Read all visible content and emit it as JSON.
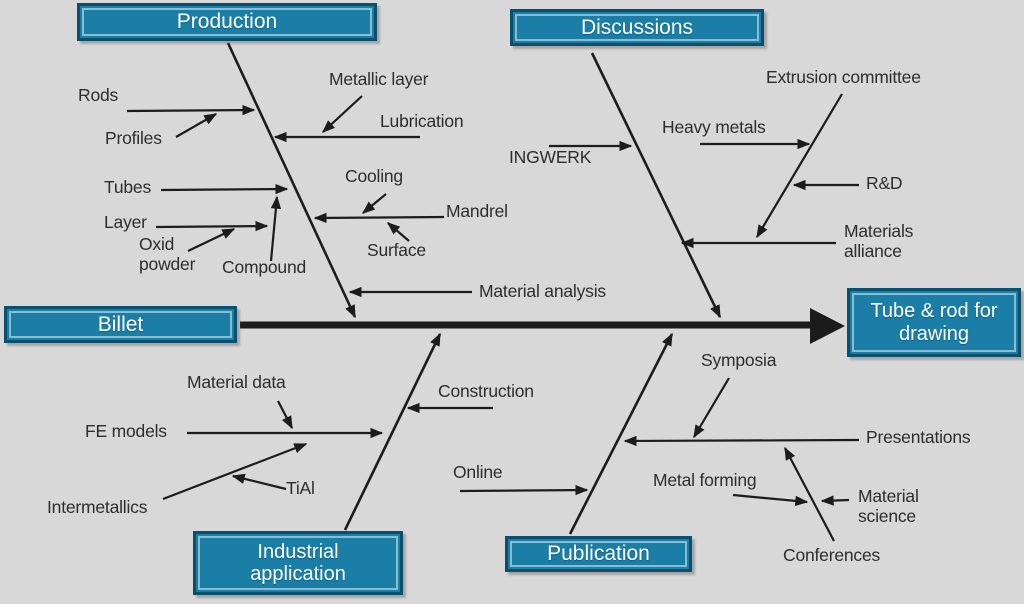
{
  "colors": {
    "background": "#d8d8d8",
    "box_fill": "#1b7ea6",
    "box_border": "#0a4f6b",
    "box_text": "#ffffff",
    "line": "#1c1c1c",
    "label_text": "#2d2d2d"
  },
  "boxes": {
    "production": "Production",
    "discussions": "Discussions",
    "billet": "Billet",
    "effect": "Tube & rod for drawing",
    "industrial_application": "Industrial application",
    "publication": "Publication"
  },
  "causes": {
    "production": {
      "rods": "Rods",
      "profiles": "Profiles",
      "metallic_layer": "Metallic layer",
      "lubrication": "Lubrication",
      "tubes": "Tubes",
      "layer": "Layer",
      "oxid_powder": "Oxid powder",
      "compound": "Compound",
      "cooling": "Cooling",
      "mandrel": "Mandrel",
      "surface": "Surface",
      "material_analysis": "Material analysis"
    },
    "discussions": {
      "ingwerk": "INGWERK",
      "heavy_metals": "Heavy metals",
      "extrusion_committee": "Extrusion committee",
      "rd": "R&D",
      "materials_alliance": "Materials alliance"
    },
    "industrial_application": {
      "material_data": "Material data",
      "fe_models": "FE models",
      "intermetallics": "Intermetallics",
      "tial": "TiAl",
      "construction": "Construction"
    },
    "publication": {
      "online": "Online",
      "symposia": "Symposia",
      "presentations": "Presentations",
      "metal_forming": "Metal forming",
      "material_science": "Material science",
      "conferences": "Conferences"
    }
  }
}
